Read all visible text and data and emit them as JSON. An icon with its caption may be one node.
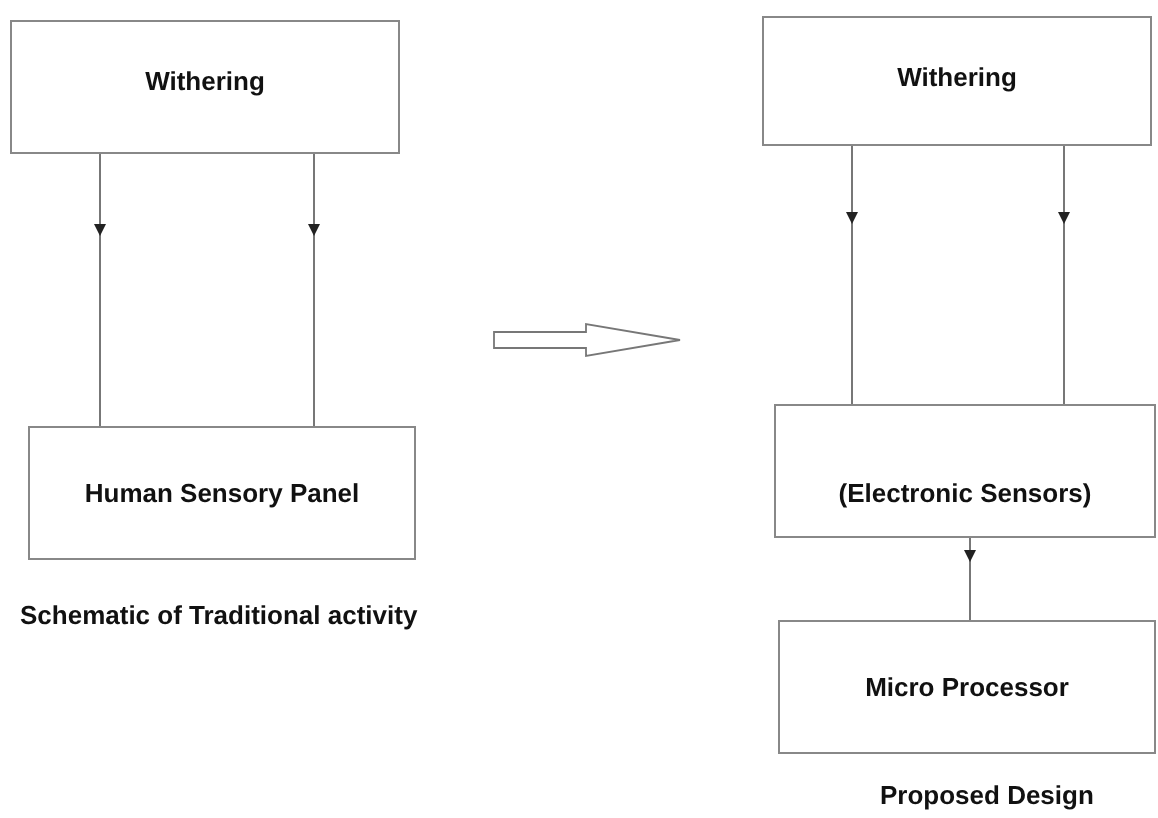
{
  "diagram": {
    "nodes": [
      {
        "text": [
          "Withering"
        ]
      },
      {
        "text": [
          "Human Sensory Panel"
        ]
      },
      {
        "text": [
          "Withering"
        ]
      },
      {
        "text": [
          "(Electronic Sensors)"
        ]
      },
      {
        "text": [
          "Micro Processor"
        ]
      }
    ],
    "edges": [
      {
        "from": 0,
        "to": 1,
        "arrow": "to"
      },
      {
        "from": 0,
        "to": 1,
        "arrow": "to"
      },
      {
        "from": 2,
        "to": 3,
        "arrow": "to"
      },
      {
        "from": 2,
        "to": 3,
        "arrow": "to"
      },
      {
        "from": 3,
        "to": 4,
        "arrow": "to"
      }
    ],
    "labels": [
      "Schematic of Traditional activity",
      "Proposed Design"
    ]
  }
}
